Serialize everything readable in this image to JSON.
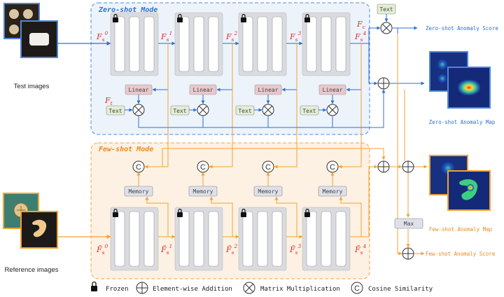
{
  "zero_shot": {
    "title": "Zero-shot Mode",
    "features": [
      "F_s^0",
      "F_s^1",
      "F_s^2",
      "F_s^3",
      "F_s^4"
    ],
    "feature_base": "F",
    "feature_sub": "s",
    "sups": [
      "0",
      "1",
      "2",
      "3",
      "4"
    ],
    "ft_label": "F",
    "ft_sub": "t",
    "fc_label": "F",
    "fc_sub": "c",
    "linear_label": "Linear",
    "text_label": "Text"
  },
  "few_shot": {
    "title": "Few-shot Mode",
    "memory_label": "Memory",
    "feature_base": "F̃",
    "feature_sub": "s",
    "sups": [
      "0",
      "1",
      "2",
      "3",
      "4"
    ]
  },
  "inputs": {
    "test_caption": "Test images",
    "reference_caption": "Reference images"
  },
  "outputs": {
    "zero_shot_score": "Zero-shot Anomaly Score",
    "zero_shot_map": "Zero-shot Anomaly Map",
    "few_shot_map": "Few-shot Anomaly Map",
    "few_shot_score": "Few-shot Anomaly Score",
    "max_label": "Max",
    "text_label": "Text"
  },
  "legend": {
    "frozen": "Frozen",
    "addition": "Element-wise Addition",
    "multiplication": "Matrix Multiplication",
    "cosine": "Cosine Similarity"
  },
  "colors": {
    "blue": "#2f6fd1",
    "orange": "#f2a233",
    "zero_bg": "#edf3fb",
    "few_bg": "#fdf1e3",
    "red_label": "#d9342b",
    "linear_fill": "#e8c8cc",
    "text_fill": "#e3eed5",
    "memory_fill": "#dfe1ea"
  }
}
